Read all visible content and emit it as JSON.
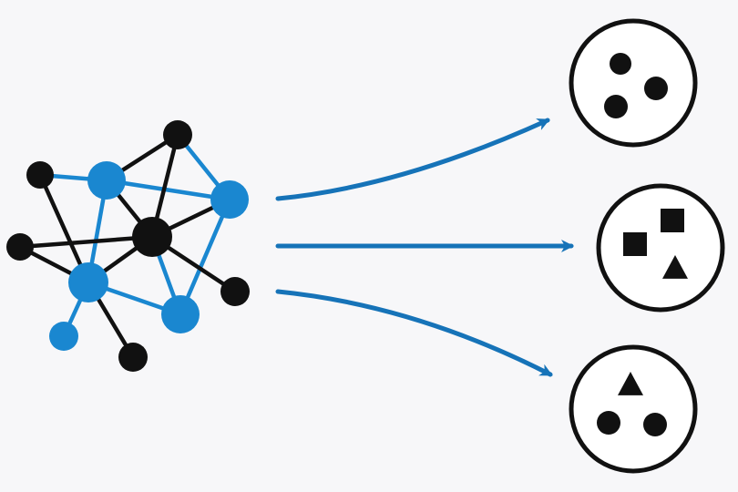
{
  "colors": {
    "background": "#f7f7f9",
    "black": "#111111",
    "blue": "#1a87d0",
    "arrow": "#1673b8"
  },
  "network": {
    "nodes": [
      {
        "id": "n1",
        "color": "black"
      },
      {
        "id": "n2",
        "color": "black"
      },
      {
        "id": "n3",
        "color": "black"
      },
      {
        "id": "n4",
        "color": "black"
      },
      {
        "id": "n5",
        "color": "black"
      },
      {
        "id": "n6",
        "color": "black"
      },
      {
        "id": "n7",
        "color": "blue"
      },
      {
        "id": "n8",
        "color": "blue"
      },
      {
        "id": "n9",
        "color": "blue"
      },
      {
        "id": "n10",
        "color": "blue"
      },
      {
        "id": "n11",
        "color": "blue"
      },
      {
        "id": "n12",
        "color": "black"
      }
    ],
    "edges": [
      {
        "from": "n1",
        "to": "n7",
        "color": "blue"
      },
      {
        "from": "n1",
        "to": "n9",
        "color": "black"
      },
      {
        "from": "n7",
        "to": "n2",
        "color": "black"
      },
      {
        "from": "n7",
        "to": "n8",
        "color": "blue"
      },
      {
        "from": "n7",
        "to": "n12",
        "color": "black"
      },
      {
        "from": "n7",
        "to": "n9",
        "color": "blue"
      },
      {
        "from": "n2",
        "to": "n8",
        "color": "blue"
      },
      {
        "from": "n2",
        "to": "n12",
        "color": "black"
      },
      {
        "from": "n8",
        "to": "n12",
        "color": "black"
      },
      {
        "from": "n8",
        "to": "n10",
        "color": "blue"
      },
      {
        "from": "n3",
        "to": "n12",
        "color": "black"
      },
      {
        "from": "n3",
        "to": "n9",
        "color": "black"
      },
      {
        "from": "n12",
        "to": "n9",
        "color": "black"
      },
      {
        "from": "n12",
        "to": "n10",
        "color": "blue"
      },
      {
        "from": "n12",
        "to": "n4",
        "color": "black"
      },
      {
        "from": "n9",
        "to": "n10",
        "color": "blue"
      },
      {
        "from": "n9",
        "to": "n11",
        "color": "blue"
      },
      {
        "from": "n9",
        "to": "n5",
        "color": "black"
      }
    ]
  },
  "arrows": [
    {
      "id": "arrow-top"
    },
    {
      "id": "arrow-middle"
    },
    {
      "id": "arrow-bottom"
    }
  ],
  "clusters": [
    {
      "id": "cluster-circles",
      "shapes": [
        "circle",
        "circle",
        "circle"
      ]
    },
    {
      "id": "cluster-mixed",
      "shapes": [
        "square",
        "square",
        "triangle"
      ]
    },
    {
      "id": "cluster-triangle-circles",
      "shapes": [
        "triangle",
        "circle",
        "circle"
      ]
    }
  ]
}
